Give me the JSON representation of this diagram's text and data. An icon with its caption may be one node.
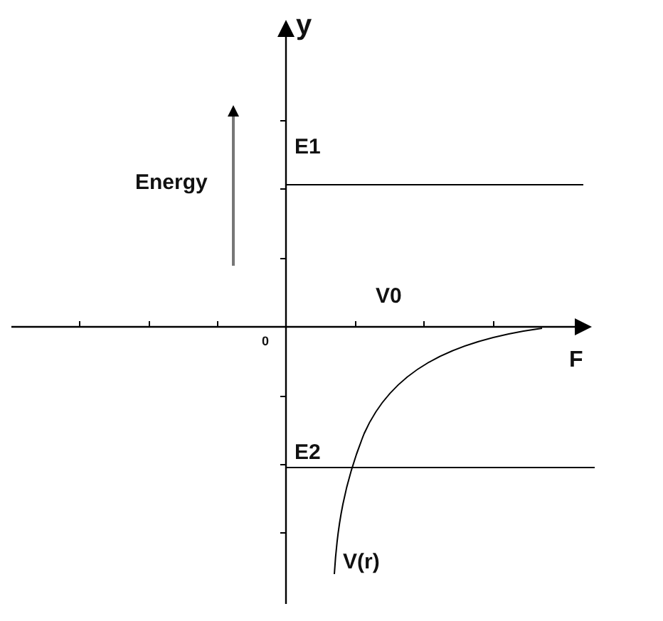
{
  "diagram": {
    "labels": [
      "y",
      "E1",
      "Energy",
      "V0",
      "0",
      "F",
      "E2",
      "V(r)"
    ]
  }
}
